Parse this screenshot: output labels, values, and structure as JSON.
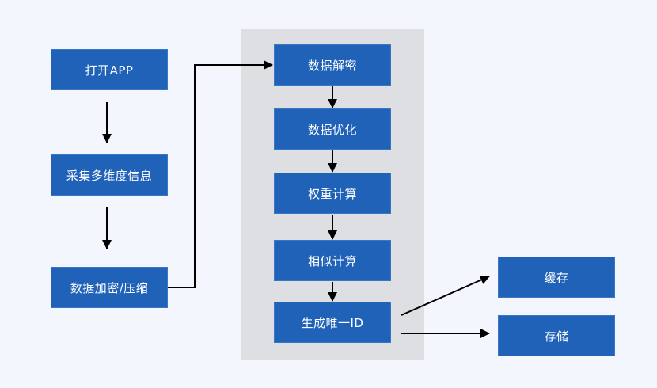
{
  "diagram": {
    "type": "flowchart",
    "colors": {
      "background": "#f3f7fd",
      "node_fill": "#2162b9",
      "node_text": "#ffffff",
      "group_panel": "#dedfe2",
      "arrow": "#000000"
    },
    "client_steps": [
      {
        "id": "open_app",
        "label": "打开APP"
      },
      {
        "id": "collect_info",
        "label": "采集多维度信息"
      },
      {
        "id": "encrypt_compress",
        "label": "数据加密/压缩"
      }
    ],
    "server_steps": [
      {
        "id": "decrypt",
        "label": "数据解密"
      },
      {
        "id": "optimize",
        "label": "数据优化"
      },
      {
        "id": "weight_calc",
        "label": "权重计算"
      },
      {
        "id": "similarity_calc",
        "label": "相似计算"
      },
      {
        "id": "generate_id",
        "label": "生成唯一ID"
      }
    ],
    "outputs": [
      {
        "id": "cache",
        "label": "缓存"
      },
      {
        "id": "storage",
        "label": "存储"
      }
    ],
    "edges": [
      {
        "from": "open_app",
        "to": "collect_info"
      },
      {
        "from": "collect_info",
        "to": "encrypt_compress"
      },
      {
        "from": "encrypt_compress",
        "to": "decrypt"
      },
      {
        "from": "decrypt",
        "to": "optimize"
      },
      {
        "from": "optimize",
        "to": "weight_calc"
      },
      {
        "from": "weight_calc",
        "to": "similarity_calc"
      },
      {
        "from": "similarity_calc",
        "to": "generate_id"
      },
      {
        "from": "generate_id",
        "to": "cache"
      },
      {
        "from": "generate_id",
        "to": "storage"
      }
    ]
  }
}
